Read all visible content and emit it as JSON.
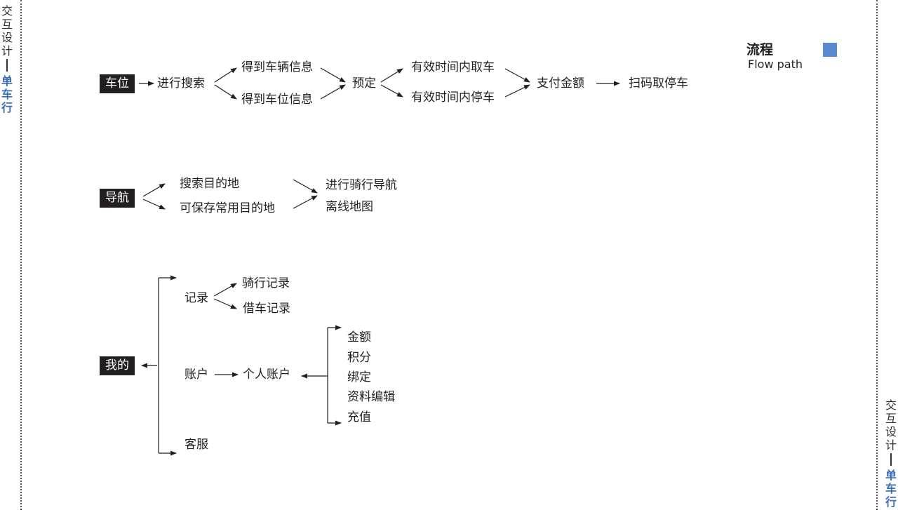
{
  "sidebar": {
    "left": [
      "交",
      "互",
      "设",
      "计",
      "单",
      "车",
      "行"
    ],
    "right": [
      "交",
      "互",
      "设",
      "计",
      "单",
      "车",
      "行"
    ]
  },
  "header": {
    "title": "流程",
    "subtitle": "Flow path",
    "accent_color": "#5588cc"
  },
  "parking": {
    "label": "车位",
    "search": "进行搜索",
    "vehicle_info": "得到车辆信息",
    "spot_info": "得到车位信息",
    "reserve": "预定",
    "pickup": "有效时间内取车",
    "park": "有效时间内停车",
    "pay": "支付金额",
    "scan": "扫码取停车"
  },
  "navigation": {
    "label": "导航",
    "search_dest": "搜索目的地",
    "saved_dest": "可保存常用目的地",
    "ride_nav": "进行骑行导航",
    "offline_map": "离线地图"
  },
  "mine": {
    "label": "我的",
    "records": "记录",
    "ride_records": "骑行记录",
    "rent_records": "借车记录",
    "account": "账户",
    "personal_account": "个人账户",
    "amount": "金额",
    "points": "积分",
    "binding": "绑定",
    "profile_edit": "资料编辑",
    "recharge": "充值",
    "service": "客服"
  }
}
